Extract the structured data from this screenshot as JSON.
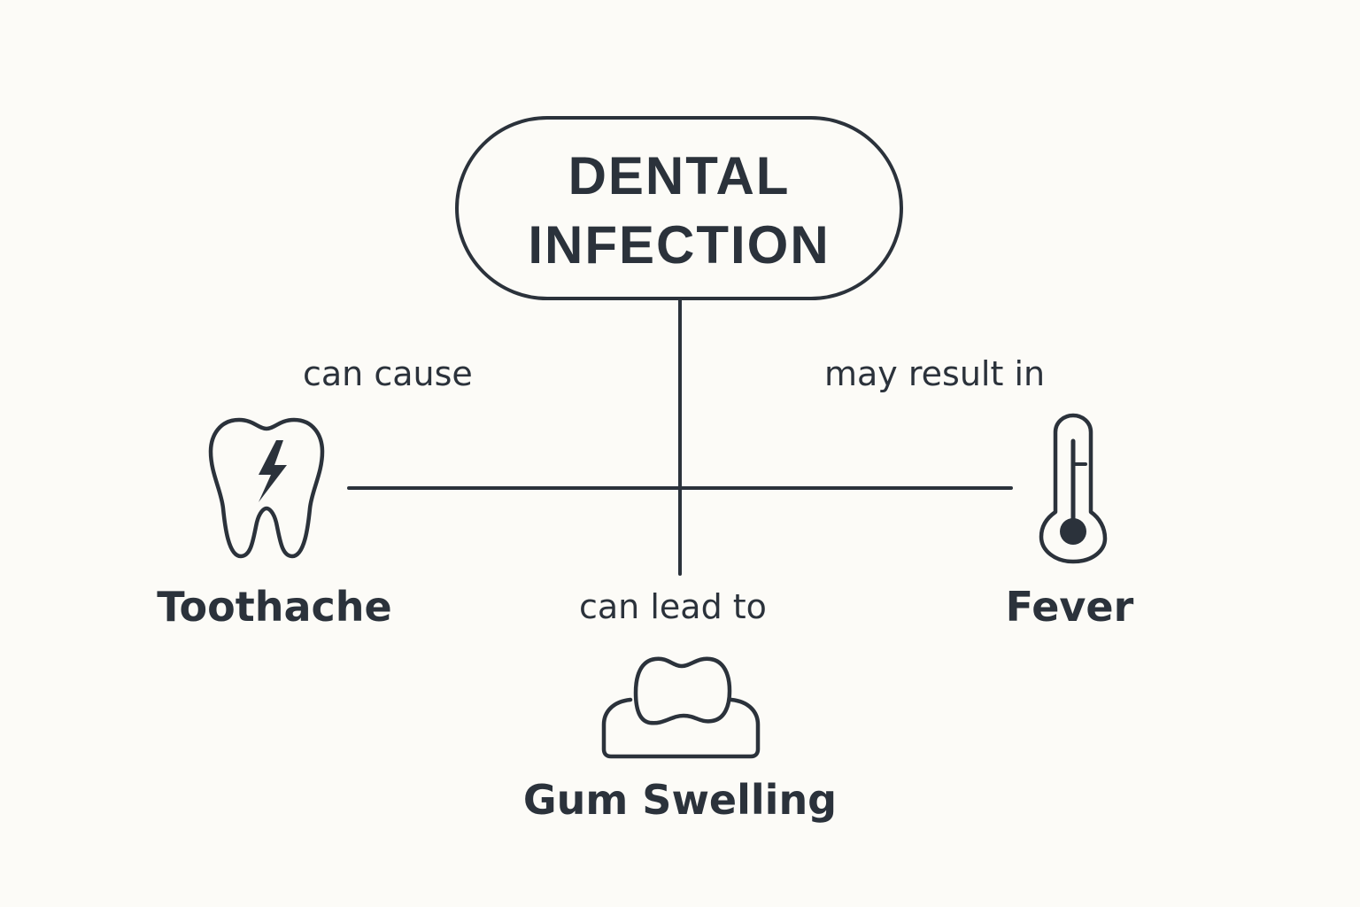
{
  "center": {
    "line1": "DENTAL",
    "line2": "INFECTION"
  },
  "edges": {
    "left": "can cause",
    "right": "may result in",
    "down": "can lead to"
  },
  "nodes": {
    "toothache": {
      "label": "Toothache",
      "icon": "tooth-lightning-icon"
    },
    "fever": {
      "label": "Fever",
      "icon": "thermometer-icon"
    },
    "gum_swelling": {
      "label": "Gum Swelling",
      "icon": "swollen-gum-icon"
    }
  },
  "colors": {
    "background": "#fcfbf7",
    "ink": "#2b323b"
  }
}
